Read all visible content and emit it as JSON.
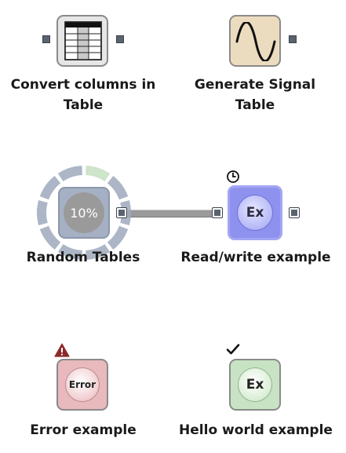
{
  "nodes": {
    "convert": {
      "label": "Convert columns in Table"
    },
    "signal": {
      "label": "Generate Signal Table"
    },
    "random": {
      "label": "Random Tables",
      "progress_text": "10%",
      "progress": 0.1
    },
    "readwrite": {
      "label": "Read/write example",
      "icon_text": "Ex"
    },
    "error": {
      "label": "Error example",
      "icon_text": "Error"
    },
    "hello": {
      "label": "Hello world example",
      "icon_text": "Ex"
    }
  },
  "status_icons": {
    "readwrite": "clock-icon",
    "error": "warning-icon",
    "hello": "checkmark-icon"
  },
  "colors": {
    "table_node": "#e6e6e6",
    "signal_node": "#ecdcbf",
    "ex_node": "#8e92ee",
    "ex_border": "#7a7ef0",
    "error_node": "#e8b9bd",
    "hello_node": "#c8e3c4",
    "progress_ring": "#9da9bc",
    "progress_done": "#c6dfc2",
    "port": "#5b6270",
    "connection": "#9a9a9a",
    "warning": "#8c2b2b"
  }
}
